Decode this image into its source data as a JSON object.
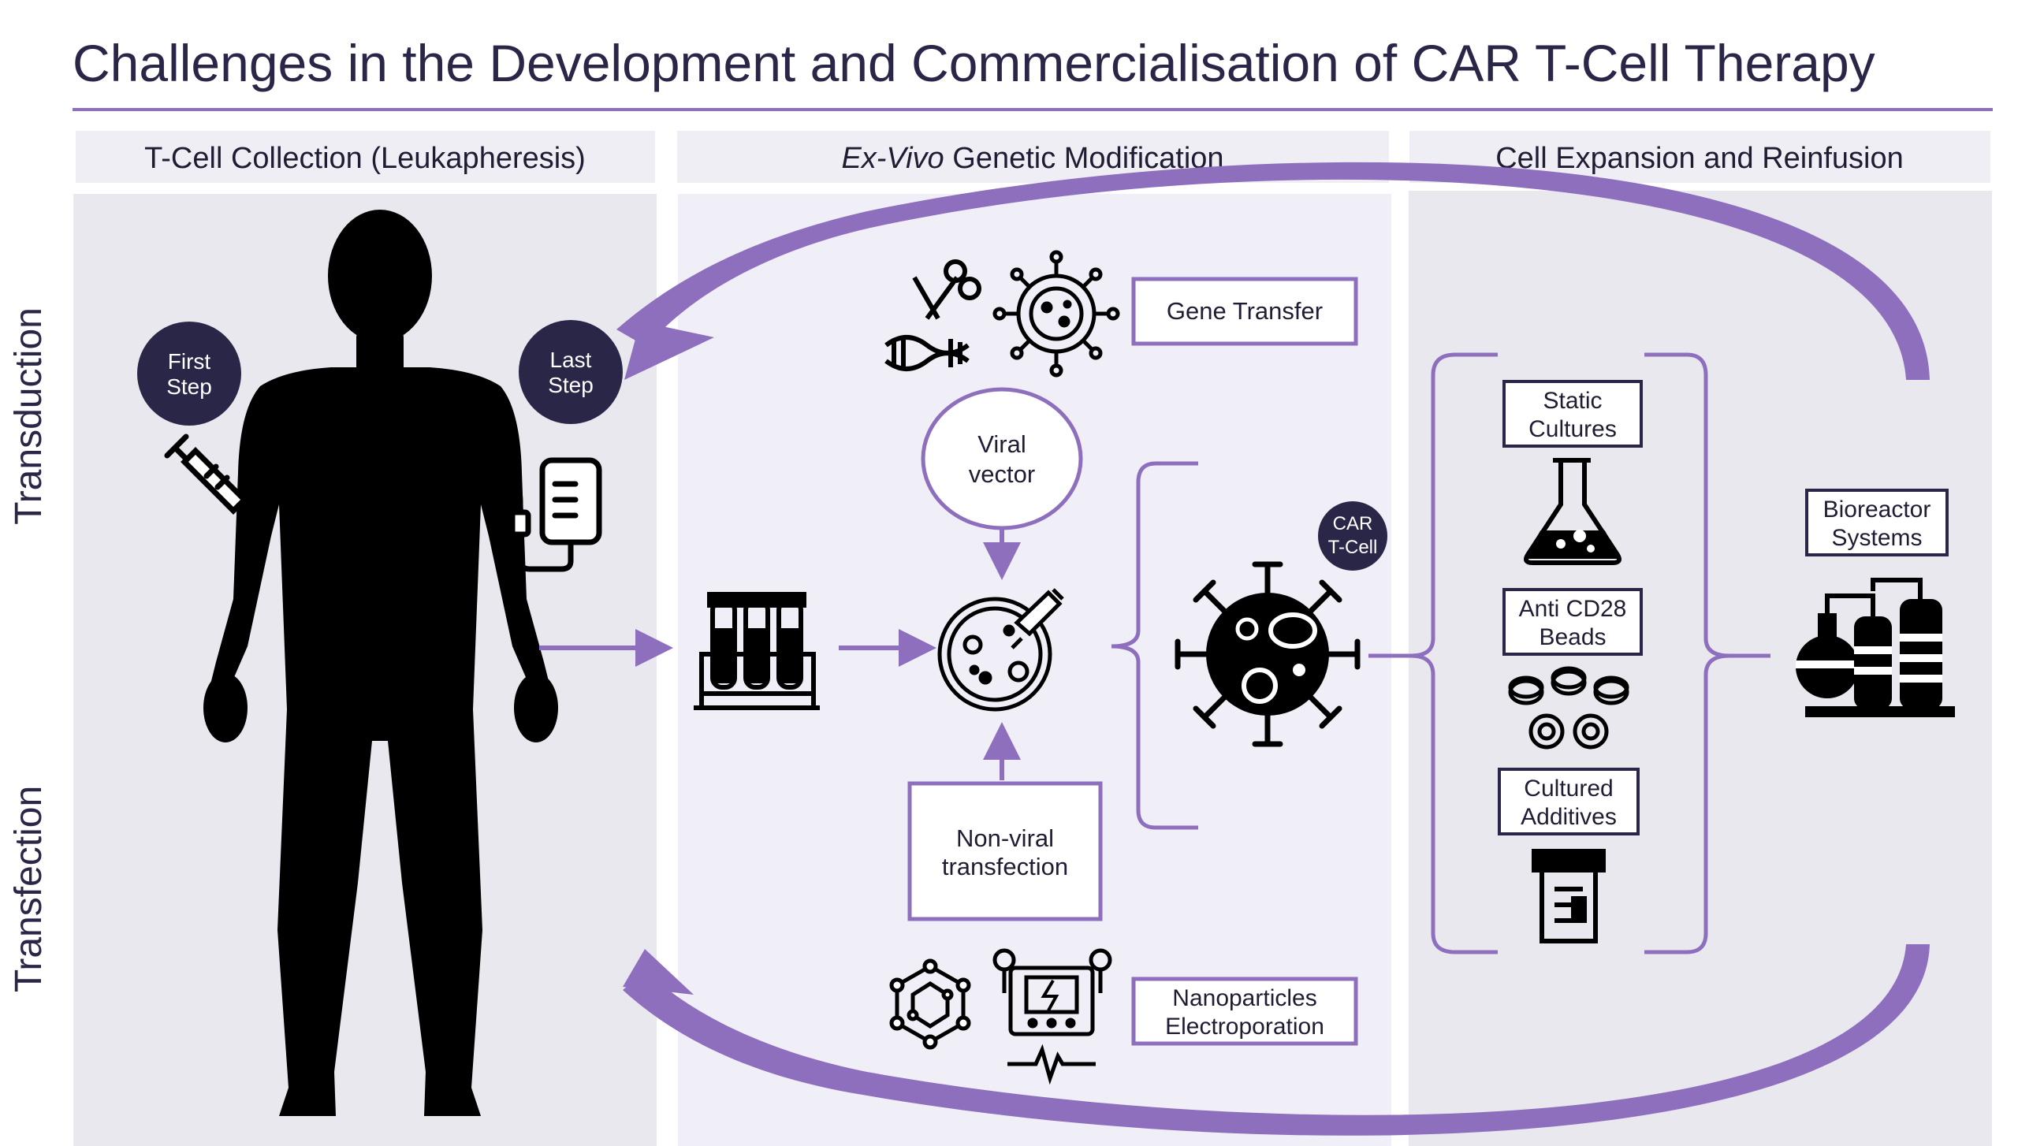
{
  "title": "Challenges in the Development and Commercialisation of CAR T-Cell Therapy",
  "colors": {
    "accent": "#8e6fbe",
    "dark": "#2a2648",
    "panel": "#e9e8ee",
    "panel_mid": "#f0eef6",
    "header": "#efeef4"
  },
  "columns": [
    {
      "label": "T-Cell Collection (Leukapheresis)"
    },
    {
      "label_italic": "Ex-Vivo",
      "label_rest": " Genetic Modification"
    },
    {
      "label": "Cell Expansion and Reinfusion"
    }
  ],
  "side_labels": {
    "top": "Transduction",
    "bottom": "Transfection"
  },
  "badges": {
    "first": [
      "First",
      "Step"
    ],
    "last": [
      "Last",
      "Step"
    ],
    "car": [
      "CAR",
      "T-Cell"
    ]
  },
  "boxes": {
    "gene_transfer": "Gene Transfer",
    "viral_vector": [
      "Viral",
      "vector"
    ],
    "non_viral": [
      "Non-viral",
      "transfection"
    ],
    "nanoparticles": [
      "Nanoparticles",
      "Electroporation"
    ],
    "static_cultures": [
      "Static",
      "Cultures"
    ],
    "anti_cd28": [
      "Anti CD28",
      "Beads"
    ],
    "cultured_additives": [
      "Cultured",
      "Additives"
    ],
    "bioreactor": [
      "Bioreactor",
      "Systems"
    ]
  },
  "icons": [
    "human-silhouette-icon",
    "syringe-icon",
    "iv-bag-icon",
    "dna-scissors-icon",
    "virus-icon",
    "test-tubes-icon",
    "petri-dish-icon",
    "car-t-cell-icon",
    "flask-icon",
    "beads-icon",
    "pill-bottle-icon",
    "bioreactor-icon",
    "nanoparticle-icon",
    "electroporation-icon"
  ]
}
